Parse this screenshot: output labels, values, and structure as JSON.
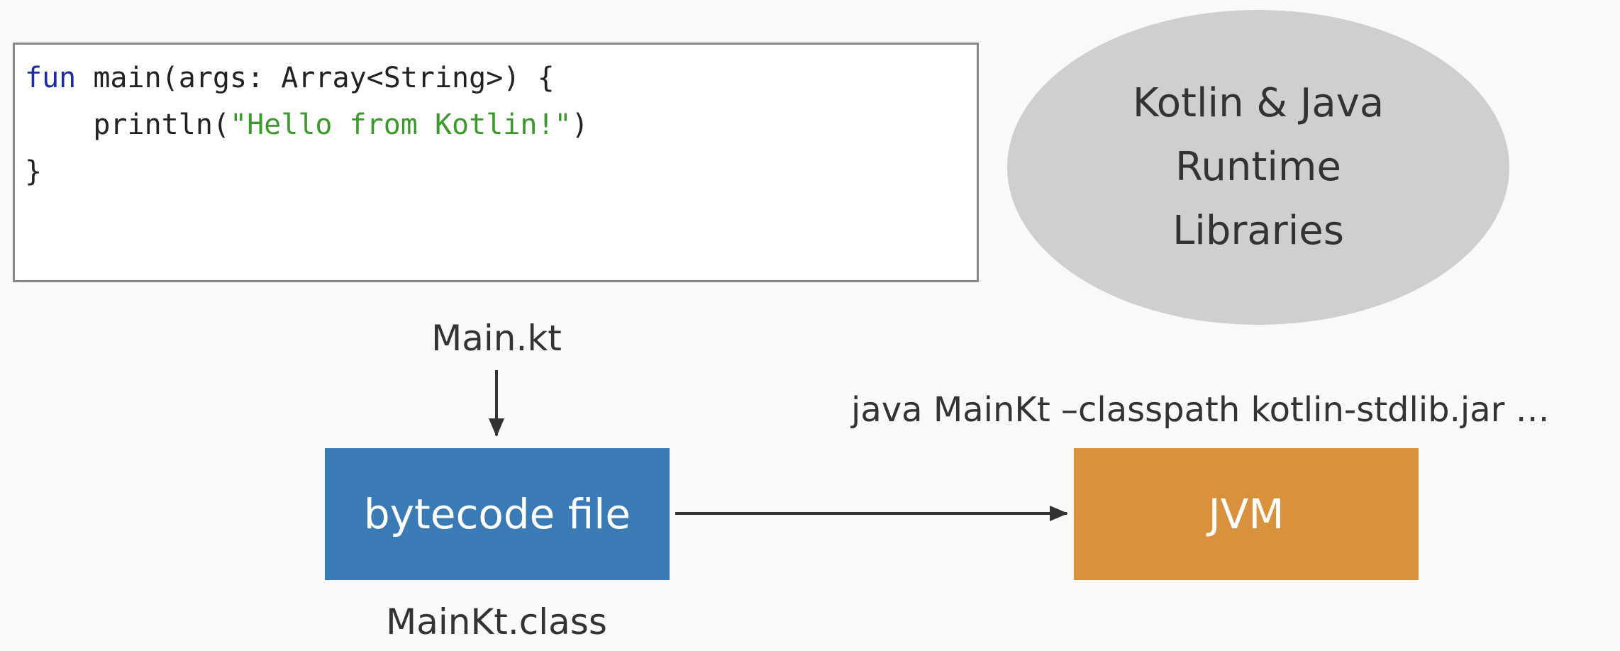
{
  "code": {
    "line1_keyword": "fun",
    "line1_rest": " main(args: Array<String>) {",
    "line2_indent": "    println(",
    "line2_string": "\"Hello from Kotlin!\"",
    "line2_close": ")",
    "line3": "}"
  },
  "runtime_libraries": {
    "text": "Kotlin & Java\nRuntime\nLibraries"
  },
  "source_file": {
    "label": "Main.kt"
  },
  "bytecode": {
    "label": "bytecode file",
    "file_name": "MainKt.class"
  },
  "jvm": {
    "label": "JVM",
    "command": "java MainKt –classpath kotlin-stdlib.jar …"
  },
  "colors": {
    "keyword": "#1a2ca8",
    "string": "#3a9a2a",
    "bytecode_box": "#3a7ab5",
    "jvm_box": "#d9913c",
    "ellipse": "#cfcfcf"
  }
}
